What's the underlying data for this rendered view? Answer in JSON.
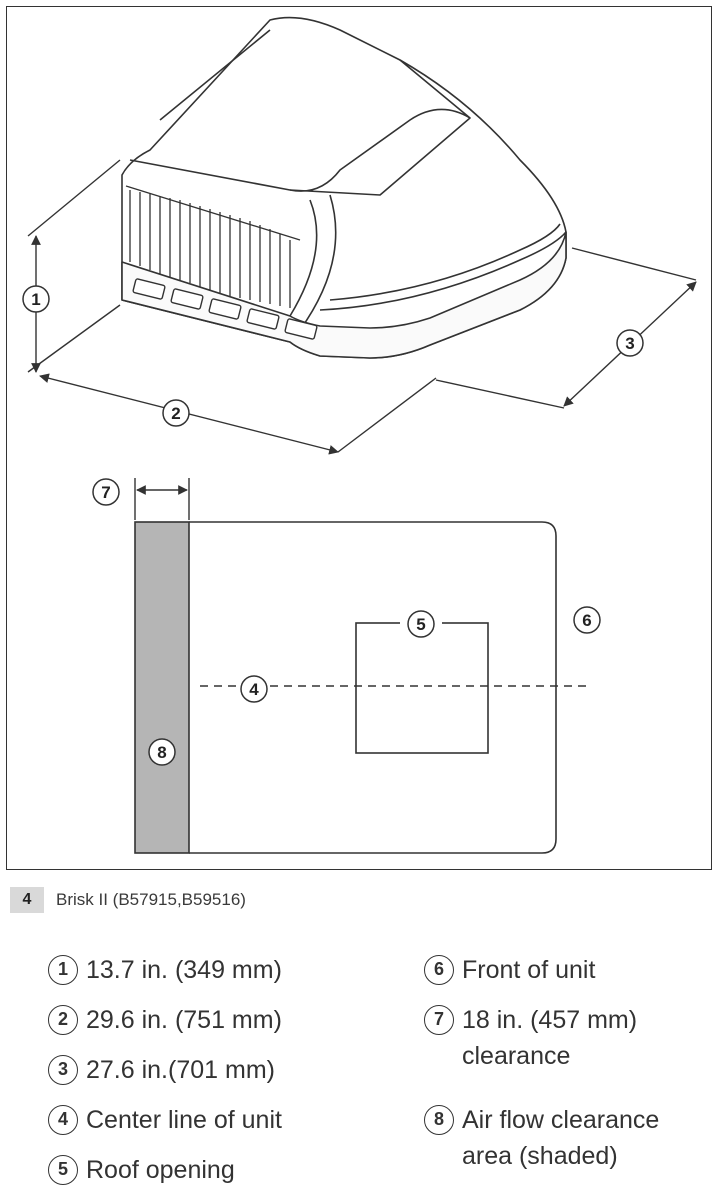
{
  "figure": {
    "number": "4",
    "caption": "Brisk II (B57915,B59516)"
  },
  "callouts": [
    "1",
    "2",
    "3",
    "4",
    "5",
    "6",
    "7",
    "8"
  ],
  "legend": [
    {
      "num": "1",
      "text": "13.7 in. (349 mm)"
    },
    {
      "num": "2",
      "text": "29.6 in. (751 mm)"
    },
    {
      "num": "3",
      "text": "27.6 in.(701 mm)"
    },
    {
      "num": "4",
      "text": "Center line of unit"
    },
    {
      "num": "5",
      "text": "Roof opening"
    },
    {
      "num": "6",
      "text": "Front of unit"
    },
    {
      "num": "7",
      "text": "18 in. (457 mm)\nclearance"
    },
    {
      "num": "8",
      "text": "Air flow clearance\narea (shaded)"
    }
  ],
  "colors": {
    "line": "#333333",
    "shaded_area": "#b5b5b5",
    "caption_box": "#d9d9d9"
  }
}
